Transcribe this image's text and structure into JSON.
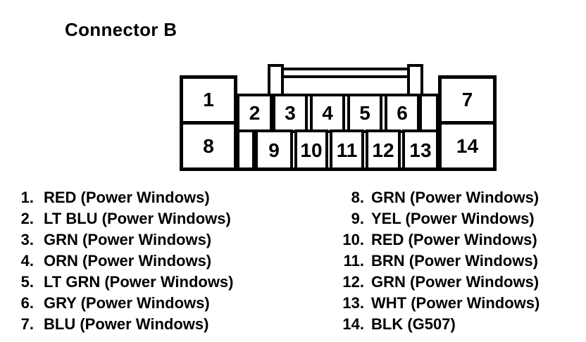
{
  "title": "Connector B",
  "colors": {
    "ink": "#000000",
    "paper": "#ffffff"
  },
  "connector": {
    "pins": [
      "1",
      "2",
      "3",
      "4",
      "5",
      "6",
      "7",
      "8",
      "9",
      "10",
      "11",
      "12",
      "13",
      "14"
    ]
  },
  "legend": {
    "left": [
      {
        "num": "1.",
        "label": "RED (Power Windows)"
      },
      {
        "num": "2.",
        "label": "LT BLU (Power Windows)"
      },
      {
        "num": "3.",
        "label": "GRN (Power Windows)"
      },
      {
        "num": "4.",
        "label": "ORN (Power Windows)"
      },
      {
        "num": "5.",
        "label": "LT GRN (Power Windows)"
      },
      {
        "num": "6.",
        "label": "GRY (Power Windows)"
      },
      {
        "num": "7.",
        "label": "BLU (Power Windows)"
      }
    ],
    "right": [
      {
        "num": "8.",
        "label": "GRN (Power Windows)"
      },
      {
        "num": "9.",
        "label": "YEL (Power Windows)"
      },
      {
        "num": "10.",
        "label": "RED (Power Windows)"
      },
      {
        "num": "11.",
        "label": "BRN (Power Windows)"
      },
      {
        "num": "12.",
        "label": "GRN (Power Windows)"
      },
      {
        "num": "13.",
        "label": "WHT (Power Windows)"
      },
      {
        "num": "14.",
        "label": "BLK (G507)"
      }
    ]
  }
}
